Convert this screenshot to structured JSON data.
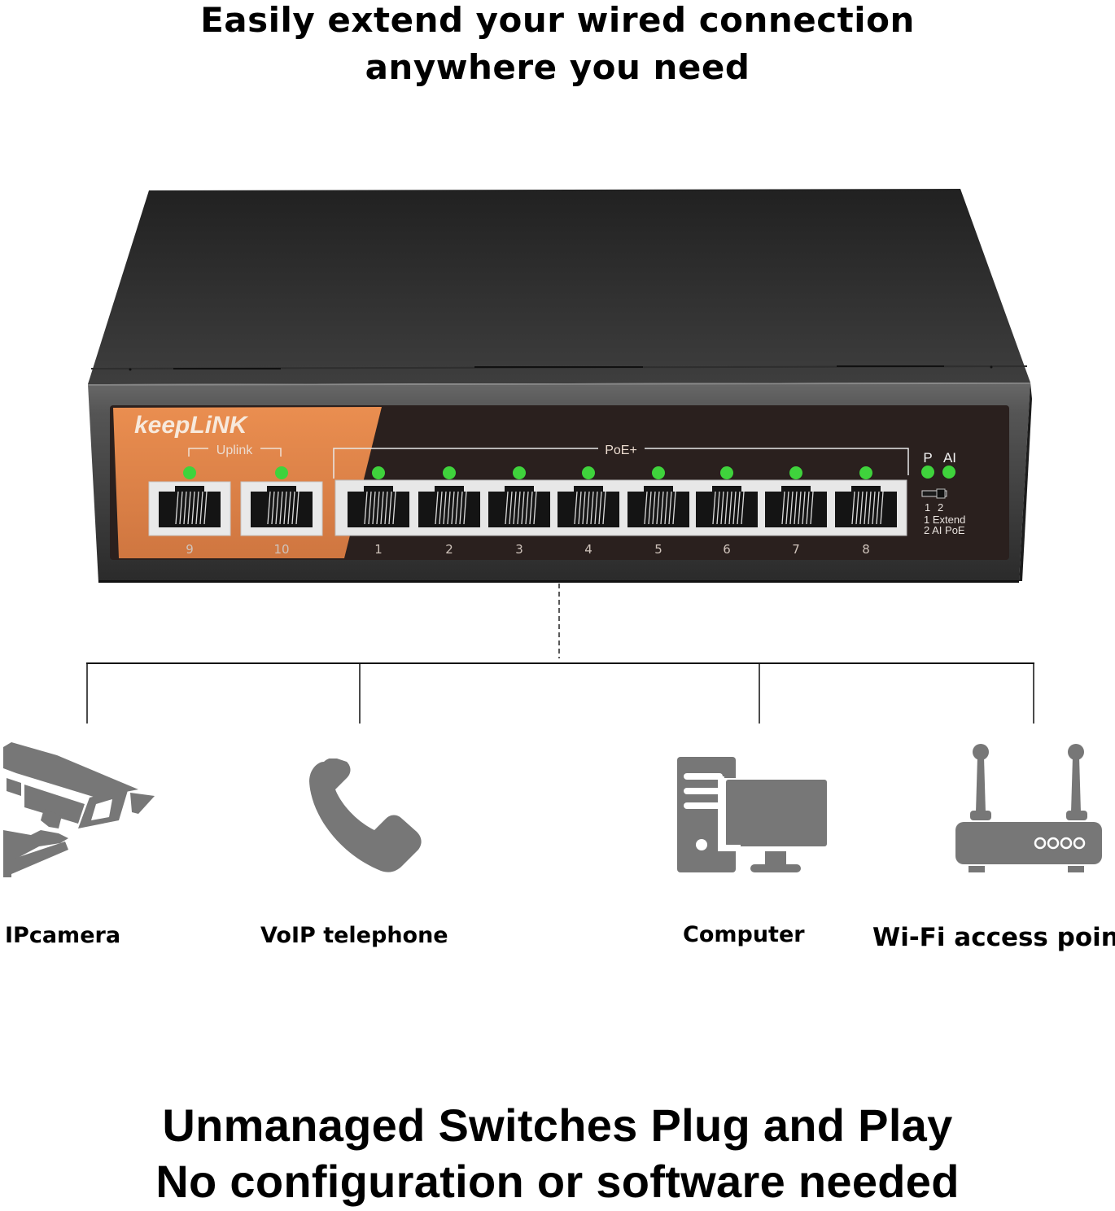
{
  "headline": {
    "line1": "Easily extend your wired connection",
    "line2": "anywhere you need"
  },
  "switch": {
    "brand": "keepLiNK",
    "uplink_label": "Uplink",
    "poe_label": "PoE+",
    "uplink_ports": [
      {
        "number": "9",
        "led": "on"
      },
      {
        "number": "10",
        "led": "on"
      }
    ],
    "poe_ports": [
      {
        "number": "1",
        "led": "on"
      },
      {
        "number": "2",
        "led": "on"
      },
      {
        "number": "3",
        "led": "on"
      },
      {
        "number": "4",
        "led": "on"
      },
      {
        "number": "5",
        "led": "on"
      },
      {
        "number": "6",
        "led": "on"
      },
      {
        "number": "7",
        "led": "on"
      },
      {
        "number": "8",
        "led": "on"
      }
    ],
    "indicators": [
      {
        "label": "P",
        "state": "on"
      },
      {
        "label": "AI",
        "state": "on"
      }
    ],
    "mode_switch": {
      "positions": [
        "1",
        "2"
      ],
      "legend": [
        "1 Extend",
        "2 AI PoE"
      ]
    },
    "colors": {
      "orange": "#e0854a",
      "faceplate": "#2a201e",
      "body": "#2b2b2b",
      "led_green": "#3fd33c"
    }
  },
  "devices": [
    {
      "label": "IPcamera",
      "icon": "security-camera-icon"
    },
    {
      "label": "VoIP telephone",
      "icon": "phone-icon"
    },
    {
      "label": "Computer",
      "icon": "desktop-computer-icon"
    },
    {
      "label": "Wi-Fi access point",
      "icon": "wifi-router-icon"
    }
  ],
  "icon_color": "#777777",
  "tagline": {
    "line1": "Unmanaged Switches Plug and Play",
    "line2": "No configuration or software needed"
  }
}
